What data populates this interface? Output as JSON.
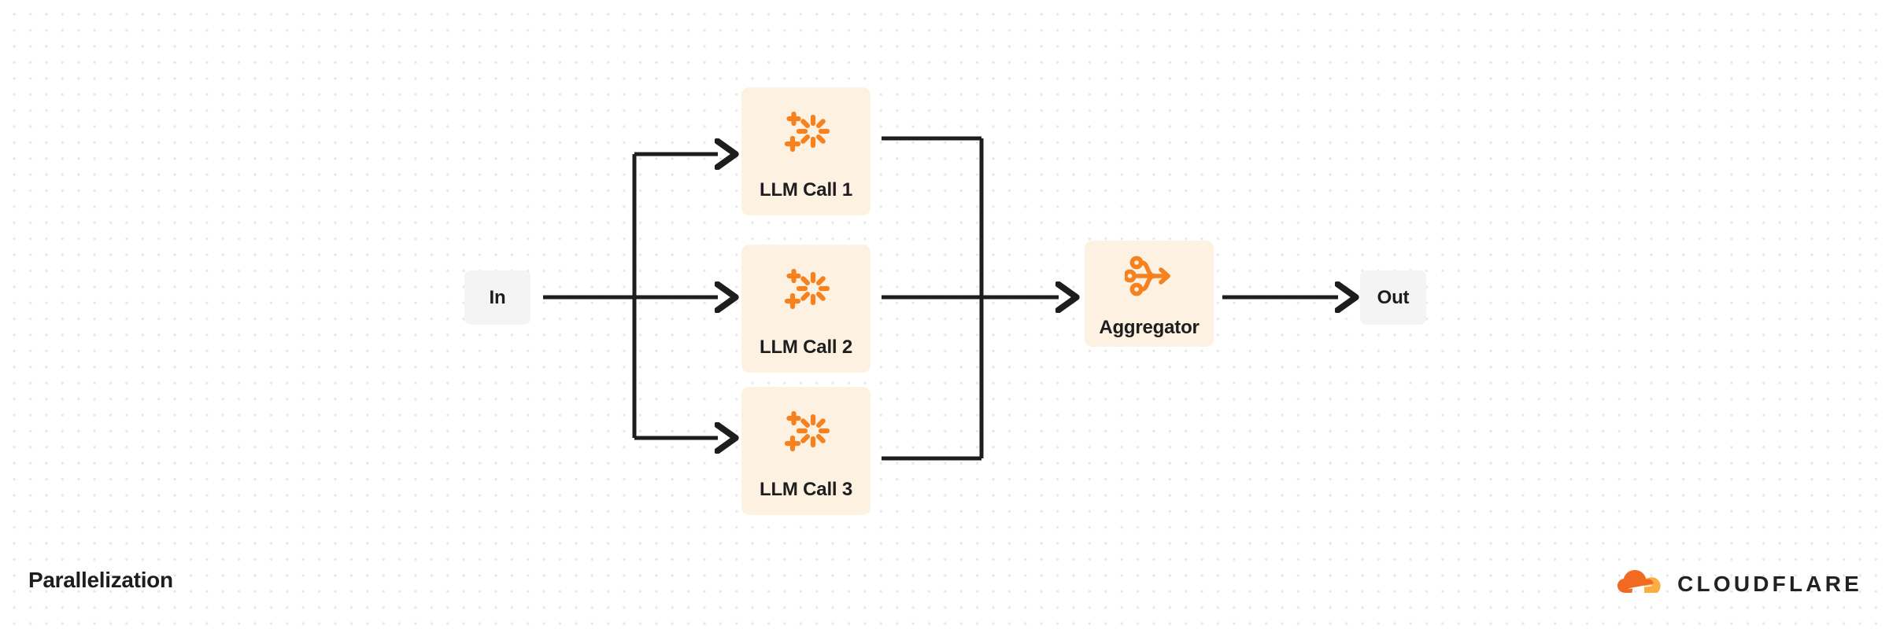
{
  "diagram": {
    "title": "Parallelization",
    "background": "#ffffff",
    "dot_color": "#e8e8e9",
    "accent_color": "#f6821f",
    "card_color": "#fdf1e2",
    "io_color": "#f4f4f5",
    "edge_color": "#1d1d1f"
  },
  "nodes": {
    "input": {
      "label": "In",
      "type": "io"
    },
    "llm1": {
      "label": "LLM Call 1",
      "type": "card",
      "icon": "sparkle-ai-icon"
    },
    "llm2": {
      "label": "LLM Call 2",
      "type": "card",
      "icon": "sparkle-ai-icon"
    },
    "llm3": {
      "label": "LLM Call 3",
      "type": "card",
      "icon": "sparkle-ai-icon"
    },
    "aggregator": {
      "label": "Aggregator",
      "type": "card",
      "icon": "aggregator-merge-icon"
    },
    "output": {
      "label": "Out",
      "type": "io"
    }
  },
  "edges": [
    {
      "from": "In",
      "to": "LLM Call 1"
    },
    {
      "from": "In",
      "to": "LLM Call 2"
    },
    {
      "from": "In",
      "to": "LLM Call 3"
    },
    {
      "from": "LLM Call 1",
      "to": "Aggregator"
    },
    {
      "from": "LLM Call 2",
      "to": "Aggregator"
    },
    {
      "from": "LLM Call 3",
      "to": "Aggregator"
    },
    {
      "from": "Aggregator",
      "to": "Out"
    }
  ],
  "footer": {
    "brand": "CLOUDFLARE",
    "logo_icon": "cloudflare-cloud-logo"
  }
}
